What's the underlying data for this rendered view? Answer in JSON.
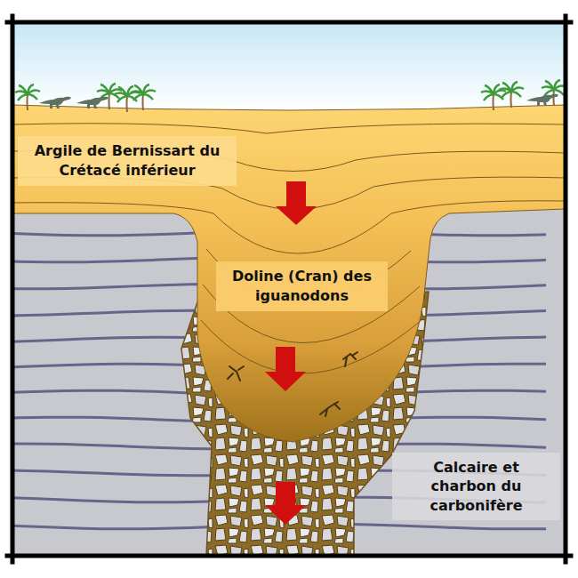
{
  "diagram": {
    "nodes": [
      {
        "text": [
          "Argile de Bernissart du Crétacé inférieur"
        ]
      },
      {
        "text": [
          "Doline (Cran) des iguanodons"
        ]
      },
      {
        "text": [
          "Calcaire et charbon du carbonifère"
        ]
      }
    ]
  }
}
